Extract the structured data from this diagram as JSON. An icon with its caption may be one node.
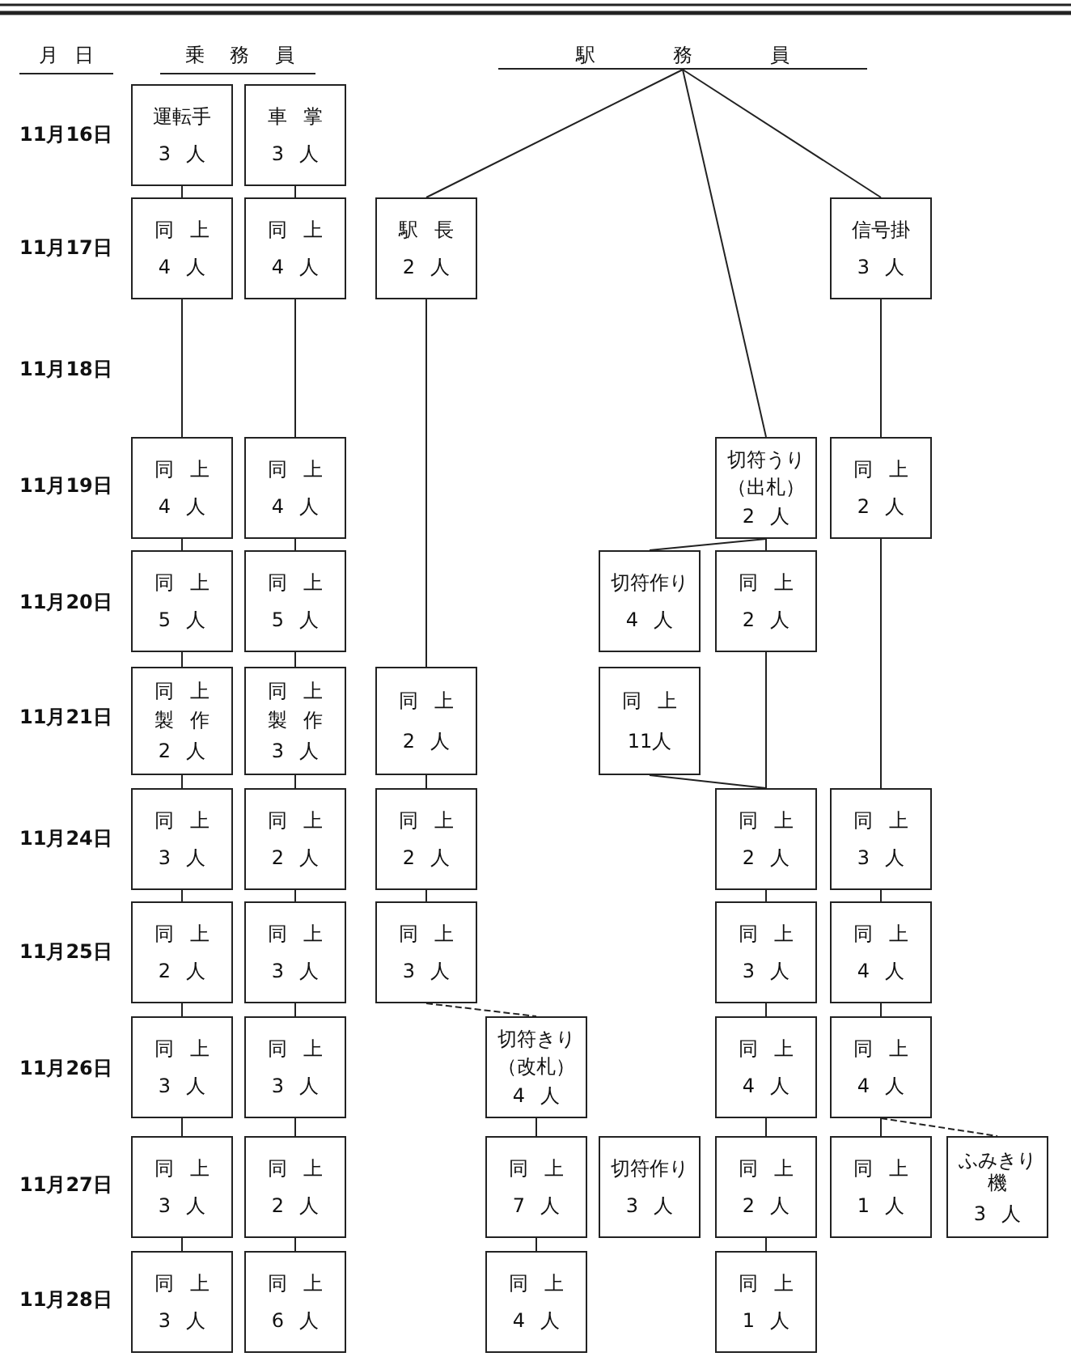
{
  "diagram": {
    "nodes": [
      {
        "text": [
          "駅務員"
        ]
      },
      {
        "text": [
          "運転手",
          "3人"
        ]
      },
      {
        "text": [
          "車掌",
          "3人"
        ]
      },
      {
        "text": [
          "同上",
          "4人"
        ]
      },
      {
        "text": [
          "同上",
          "4人"
        ]
      },
      {
        "text": [
          "駅長",
          "2人"
        ]
      },
      {
        "text": [
          "信号掛",
          "3人"
        ]
      },
      {
        "text": [
          "同上",
          "4人"
        ]
      },
      {
        "text": [
          "同上",
          "4人"
        ]
      },
      {
        "text": [
          "切符うり",
          "（出札）",
          "2人"
        ]
      },
      {
        "text": [
          "同上",
          "2人"
        ]
      },
      {
        "text": [
          "同上",
          "5人"
        ]
      },
      {
        "text": [
          "同上",
          "5人"
        ]
      },
      {
        "text": [
          "切符作り",
          "4人"
        ]
      },
      {
        "text": [
          "同上",
          "2人"
        ]
      },
      {
        "text": [
          "同上",
          "製作",
          "2人"
        ]
      },
      {
        "text": [
          "同上",
          "製作",
          "3人"
        ]
      },
      {
        "text": [
          "同上",
          "2人"
        ]
      },
      {
        "text": [
          "同上",
          "11人"
        ]
      },
      {
        "text": [
          "同上",
          "3人"
        ]
      },
      {
        "text": [
          "同上",
          "2人"
        ]
      },
      {
        "text": [
          "同上",
          "2人"
        ]
      },
      {
        "text": [
          "同上",
          "2人"
        ]
      },
      {
        "text": [
          "同上",
          "3人"
        ]
      },
      {
        "text": [
          "同上",
          "2人"
        ]
      },
      {
        "text": [
          "同上",
          "3人"
        ]
      },
      {
        "text": [
          "同上",
          "3人"
        ]
      },
      {
        "text": [
          "同上",
          "3人"
        ]
      },
      {
        "text": [
          "同上",
          "4人"
        ]
      },
      {
        "text": [
          "同上",
          "3人"
        ]
      },
      {
        "text": [
          "同上",
          "3人"
        ]
      },
      {
        "text": [
          "切符きり",
          "（改札）",
          "4人"
        ]
      },
      {
        "text": [
          "同上",
          "4人"
        ]
      },
      {
        "text": [
          "同上",
          "4人"
        ]
      },
      {
        "text": [
          "同上",
          "3人"
        ]
      },
      {
        "text": [
          "同上",
          "2人"
        ]
      },
      {
        "text": [
          "同上",
          "7人"
        ]
      },
      {
        "text": [
          "切符作り",
          "3人"
        ]
      },
      {
        "text": [
          "同上",
          "2人"
        ]
      },
      {
        "text": [
          "同上",
          "1人"
        ]
      },
      {
        "text": [
          "ふみきり機",
          "3人"
        ]
      },
      {
        "text": [
          "同上",
          "3人"
        ]
      },
      {
        "text": [
          "同上",
          "6人"
        ]
      },
      {
        "text": [
          "同上",
          "4人"
        ]
      },
      {
        "text": [
          "同上",
          "1人"
        ]
      }
    ],
    "edges": [
      {
        "from": 1,
        "to": 3,
        "arrow": "none"
      },
      {
        "from": 3,
        "to": 7,
        "arrow": "none"
      },
      {
        "from": 7,
        "to": 11,
        "arrow": "none"
      },
      {
        "from": 11,
        "to": 15,
        "arrow": "none"
      },
      {
        "from": 15,
        "to": 19,
        "arrow": "none"
      },
      {
        "from": 19,
        "to": 24,
        "arrow": "none"
      },
      {
        "from": 24,
        "to": 29,
        "arrow": "none"
      },
      {
        "from": 29,
        "to": 34,
        "arrow": "none"
      },
      {
        "from": 34,
        "to": 41,
        "arrow": "none"
      },
      {
        "from": 2,
        "to": 4,
        "arrow": "none"
      },
      {
        "from": 4,
        "to": 8,
        "arrow": "none"
      },
      {
        "from": 8,
        "to": 12,
        "arrow": "none"
      },
      {
        "from": 12,
        "to": 16,
        "arrow": "none"
      },
      {
        "from": 16,
        "to": 20,
        "arrow": "none"
      },
      {
        "from": 20,
        "to": 25,
        "arrow": "none"
      },
      {
        "from": 25,
        "to": 30,
        "arrow": "none"
      },
      {
        "from": 30,
        "to": 35,
        "arrow": "none"
      },
      {
        "from": 35,
        "to": 42,
        "arrow": "none"
      },
      {
        "from": 0,
        "to": 5,
        "arrow": "none"
      },
      {
        "from": 5,
        "to": 17,
        "arrow": "none"
      },
      {
        "from": 17,
        "to": 21,
        "arrow": "none"
      },
      {
        "from": 21,
        "to": 26,
        "arrow": "none"
      },
      {
        "from": 26,
        "to": 31,
        "arrow": "none",
        "style": "dashed"
      },
      {
        "from": 31,
        "to": 36,
        "arrow": "none"
      },
      {
        "from": 36,
        "to": 43,
        "arrow": "none"
      },
      {
        "from": 0,
        "to": 9,
        "arrow": "none"
      },
      {
        "from": 9,
        "to": 13,
        "arrow": "none"
      },
      {
        "from": 9,
        "to": 14,
        "arrow": "none"
      },
      {
        "from": 18,
        "to": 22,
        "arrow": "none"
      },
      {
        "from": 14,
        "to": 22,
        "arrow": "none"
      },
      {
        "from": 22,
        "to": 27,
        "arrow": "none"
      },
      {
        "from": 27,
        "to": 32,
        "arrow": "none"
      },
      {
        "from": 32,
        "to": 38,
        "arrow": "none"
      },
      {
        "from": 38,
        "to": 44,
        "arrow": "none"
      },
      {
        "from": 0,
        "to": 6,
        "arrow": "none"
      },
      {
        "from": 6,
        "to": 10,
        "arrow": "none"
      },
      {
        "from": 10,
        "to": 23,
        "arrow": "none"
      },
      {
        "from": 23,
        "to": 28,
        "arrow": "none"
      },
      {
        "from": 28,
        "to": 33,
        "arrow": "none"
      },
      {
        "from": 33,
        "to": 39,
        "arrow": "none"
      },
      {
        "from": 33,
        "to": 40,
        "arrow": "none",
        "style": "dashed"
      }
    ],
    "labels": [
      "月日",
      "乗務員",
      "11月16日",
      "11月17日",
      "11月18日",
      "11月19日",
      "11月20日",
      "11月21日",
      "11月24日",
      "11月25日",
      "11月26日",
      "11月27日",
      "11月28日"
    ]
  }
}
